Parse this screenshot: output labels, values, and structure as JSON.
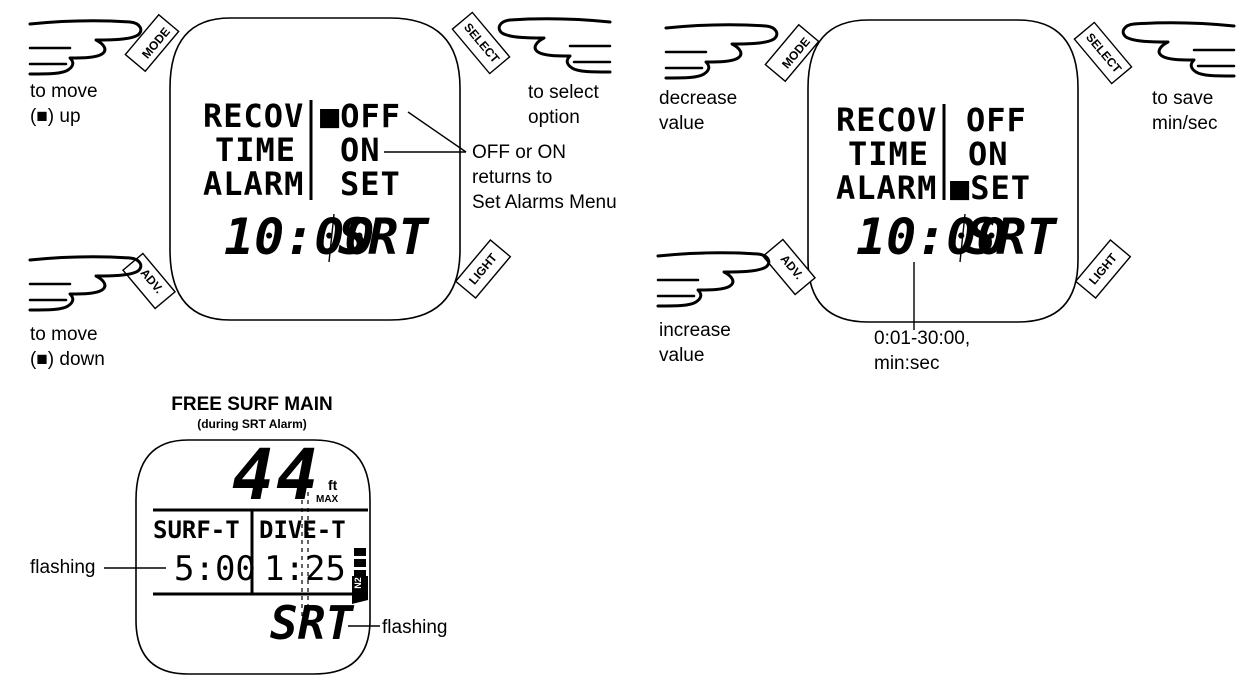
{
  "panel1": {
    "buttons": {
      "mode": "MODE",
      "select": "SELECT",
      "adv": "ADV.",
      "light": "LIGHT"
    },
    "screen": {
      "menu_rows": [
        {
          "left": "RECOV",
          "right": "■OFF"
        },
        {
          "left": "TIME",
          "right": "ON"
        },
        {
          "left": "ALARM",
          "right": "SET"
        }
      ],
      "time": "10:00",
      "mode_code": "SRT"
    },
    "notes": {
      "mode_line1": "to move",
      "mode_line2": "(■) up",
      "select_line1": "to select",
      "select_line2": "option",
      "offon_line1": "OFF or ON",
      "offon_line2": "returns to",
      "offon_line3": "Set Alarms Menu",
      "adv_line1": "to move",
      "adv_line2": "(■) down"
    }
  },
  "panel2": {
    "buttons": {
      "mode": "MODE",
      "select": "SELECT",
      "adv": "ADV.",
      "light": "LIGHT"
    },
    "screen": {
      "menu_rows": [
        {
          "left": "RECOV",
          "right": "OFF"
        },
        {
          "left": "TIME",
          "right": "ON"
        },
        {
          "left": "ALARM",
          "right": "■SET"
        }
      ],
      "time": "10:00",
      "mode_code": "SRT"
    },
    "notes": {
      "mode_line1": "decrease",
      "mode_line2": "value",
      "select_line1": "to save",
      "select_line2": "min/sec",
      "adv_line1": "increase",
      "adv_line2": "value",
      "range_line1": "0:01-30:00,",
      "range_line2": "min:sec"
    }
  },
  "panel3": {
    "title": "FREE SURF MAIN",
    "subtitle": "(during SRT Alarm)",
    "depth": "44",
    "depth_unit": "ft",
    "depth_sub": "MAX",
    "surf_label": "SURF-T",
    "dive_label": "DIVE-T",
    "surf_value": "5:00",
    "dive_value": "1:25",
    "n2_label": "N2",
    "mode_code": "SRT",
    "flash_left": "flashing",
    "flash_right": "flashing"
  }
}
